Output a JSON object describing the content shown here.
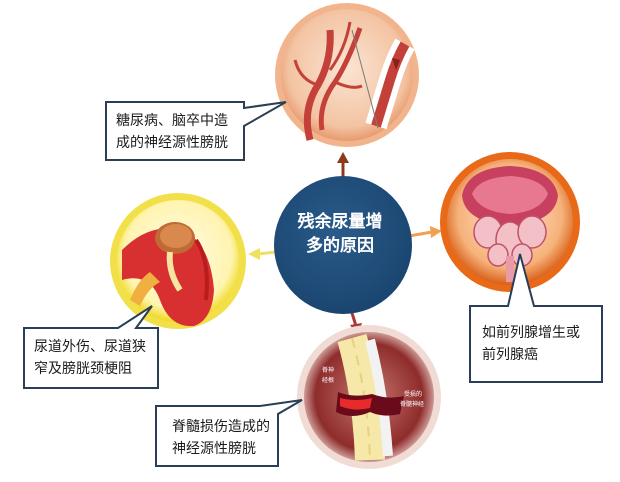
{
  "center": {
    "line1": "残余尿量增",
    "line2": "多的原因"
  },
  "causes": {
    "top": {
      "line1": "糖尿病、脑卒中造",
      "line2": "成的神经源性膀胱"
    },
    "right": {
      "line1": "如前列腺增生或",
      "line2": "前列腺癌"
    },
    "bottom": {
      "line1": "脊髓损伤造成的",
      "line2": "神经源性膀胱"
    },
    "left": {
      "line1": "尿道外伤、尿道狭",
      "line2": "窄及膀胱颈梗阻"
    }
  },
  "spine_labels": {
    "label_a_1": "脊神",
    "label_a_2": "经根",
    "label_b_1": "受损的",
    "label_b_2": "脊髓神经"
  },
  "colors": {
    "center_circle": "#1f4e79",
    "arrow_top": "#8b3a1e",
    "arrow_right": "#f0a050",
    "arrow_bottom": "#a83a3a",
    "arrow_left": "#f0e060",
    "ring_top": "#f4b183",
    "ring_right": "#e8701e",
    "ring_bottom": "#e8d0c8",
    "ring_left": "#f2e24a"
  }
}
